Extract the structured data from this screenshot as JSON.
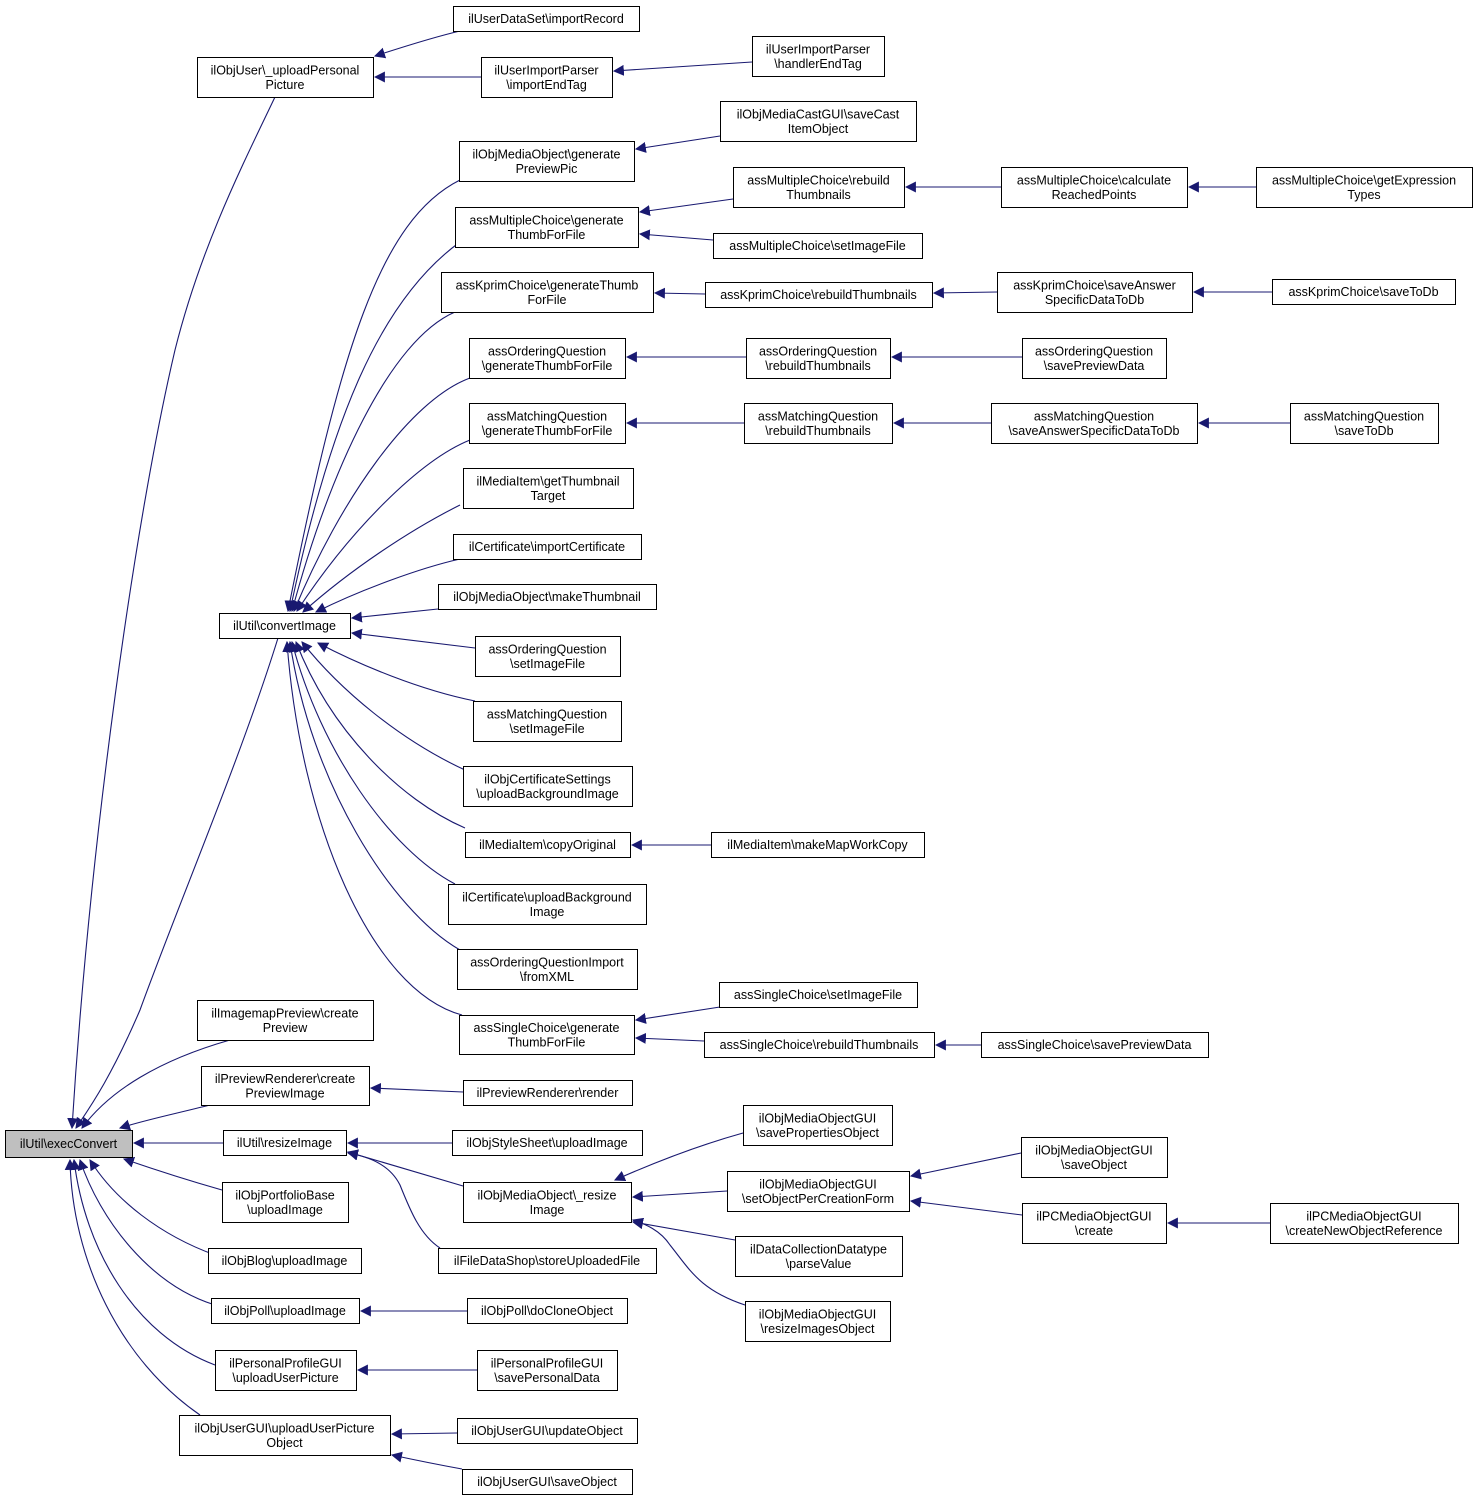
{
  "colors": {
    "edge": "#191970",
    "node_border": "#000000",
    "node_fill": "#ffffff",
    "focus_fill": "#bfbfbf",
    "text": "#000000"
  },
  "nodes": [
    {
      "id": "execConvert",
      "lines": [
        "ilUtil\\execConvert"
      ],
      "focus": true
    },
    {
      "id": "uploadPersonalPicture",
      "lines": [
        "ilObjUser\\_uploadPersonal",
        "Picture"
      ]
    },
    {
      "id": "importRecord",
      "lines": [
        "ilUserDataSet\\importRecord"
      ]
    },
    {
      "id": "importEndTag",
      "lines": [
        "ilUserImportParser",
        "\\importEndTag"
      ]
    },
    {
      "id": "handlerEndTag",
      "lines": [
        "ilUserImportParser",
        "\\handlerEndTag"
      ]
    },
    {
      "id": "convertImage",
      "lines": [
        "ilUtil\\convertImage"
      ]
    },
    {
      "id": "generatePreviewPic",
      "lines": [
        "ilObjMediaObject\\generate",
        "PreviewPic"
      ]
    },
    {
      "id": "saveCastItemObject",
      "lines": [
        "ilObjMediaCastGUI\\saveCast",
        "ItemObject"
      ]
    },
    {
      "id": "mcGenerateThumb",
      "lines": [
        "assMultipleChoice\\generate",
        "ThumbForFile"
      ]
    },
    {
      "id": "mcRebuildThumbs",
      "lines": [
        "assMultipleChoice\\rebuild",
        "Thumbnails"
      ]
    },
    {
      "id": "mcCalcReached",
      "lines": [
        "assMultipleChoice\\calculate",
        "ReachedPoints"
      ]
    },
    {
      "id": "mcGetExpr",
      "lines": [
        "assMultipleChoice\\getExpression",
        "Types"
      ]
    },
    {
      "id": "mcSetImageFile",
      "lines": [
        "assMultipleChoice\\setImageFile"
      ]
    },
    {
      "id": "kpGenerateThumb",
      "lines": [
        "assKprimChoice\\generateThumb",
        "ForFile"
      ]
    },
    {
      "id": "kpRebuildThumbs",
      "lines": [
        "assKprimChoice\\rebuildThumbnails"
      ]
    },
    {
      "id": "kpSaveAnswer",
      "lines": [
        "assKprimChoice\\saveAnswer",
        "SpecificDataToDb"
      ]
    },
    {
      "id": "kpSaveToDb",
      "lines": [
        "assKprimChoice\\saveToDb"
      ]
    },
    {
      "id": "oqGenerateThumb",
      "lines": [
        "assOrderingQuestion",
        "\\generateThumbForFile"
      ]
    },
    {
      "id": "oqRebuildThumbs",
      "lines": [
        "assOrderingQuestion",
        "\\rebuildThumbnails"
      ]
    },
    {
      "id": "oqSavePreview",
      "lines": [
        "assOrderingQuestion",
        "\\savePreviewData"
      ]
    },
    {
      "id": "mqGenerateThumb",
      "lines": [
        "assMatchingQuestion",
        "\\generateThumbForFile"
      ]
    },
    {
      "id": "mqRebuildThumbs",
      "lines": [
        "assMatchingQuestion",
        "\\rebuildThumbnails"
      ]
    },
    {
      "id": "mqSaveAnswer",
      "lines": [
        "assMatchingQuestion",
        "\\saveAnswerSpecificDataToDb"
      ]
    },
    {
      "id": "mqSaveToDb",
      "lines": [
        "assMatchingQuestion",
        "\\saveToDb"
      ]
    },
    {
      "id": "miGetThumbTarget",
      "lines": [
        "ilMediaItem\\getThumbnail",
        "Target"
      ]
    },
    {
      "id": "certImport",
      "lines": [
        "ilCertificate\\importCertificate"
      ]
    },
    {
      "id": "moMakeThumb",
      "lines": [
        "ilObjMediaObject\\makeThumbnail"
      ]
    },
    {
      "id": "oqSetImageFile",
      "lines": [
        "assOrderingQuestion",
        "\\setImageFile"
      ]
    },
    {
      "id": "mqSetImageFile",
      "lines": [
        "assMatchingQuestion",
        "\\setImageFile"
      ]
    },
    {
      "id": "certSettingsUpload",
      "lines": [
        "ilObjCertificateSettings",
        "\\uploadBackgroundImage"
      ]
    },
    {
      "id": "miCopyOriginal",
      "lines": [
        "ilMediaItem\\copyOriginal"
      ]
    },
    {
      "id": "miMakeMapWorkCopy",
      "lines": [
        "ilMediaItem\\makeMapWorkCopy"
      ]
    },
    {
      "id": "certUploadBg",
      "lines": [
        "ilCertificate\\uploadBackground",
        "Image"
      ]
    },
    {
      "id": "oqImportFromXML",
      "lines": [
        "assOrderingQuestionImport",
        "\\fromXML"
      ]
    },
    {
      "id": "scGenerateThumb",
      "lines": [
        "assSingleChoice\\generate",
        "ThumbForFile"
      ]
    },
    {
      "id": "scSetImageFile",
      "lines": [
        "assSingleChoice\\setImageFile"
      ]
    },
    {
      "id": "scRebuildThumbs",
      "lines": [
        "assSingleChoice\\rebuildThumbnails"
      ]
    },
    {
      "id": "scSavePreview",
      "lines": [
        "assSingleChoice\\savePreviewData"
      ]
    },
    {
      "id": "imapPreview",
      "lines": [
        "ilImagemapPreview\\create",
        "Preview"
      ]
    },
    {
      "id": "prevCreate",
      "lines": [
        "ilPreviewRenderer\\create",
        "PreviewImage"
      ]
    },
    {
      "id": "prevRender",
      "lines": [
        "ilPreviewRenderer\\render"
      ]
    },
    {
      "id": "resizeImage",
      "lines": [
        "ilUtil\\resizeImage"
      ]
    },
    {
      "id": "styleUpload",
      "lines": [
        "ilObjStyleSheet\\uploadImage"
      ]
    },
    {
      "id": "moResize",
      "lines": [
        "ilObjMediaObject\\_resize",
        "Image"
      ]
    },
    {
      "id": "mogSaveProps",
      "lines": [
        "ilObjMediaObjectGUI",
        "\\savePropertiesObject"
      ]
    },
    {
      "id": "mogSetObjPer",
      "lines": [
        "ilObjMediaObjectGUI",
        "\\setObjectPerCreationForm"
      ]
    },
    {
      "id": "mogSaveObject",
      "lines": [
        "ilObjMediaObjectGUI",
        "\\saveObject"
      ]
    },
    {
      "id": "pcmogCreate",
      "lines": [
        "ilPCMediaObjectGUI",
        "\\create"
      ]
    },
    {
      "id": "pcmogCreateNew",
      "lines": [
        "ilPCMediaObjectGUI",
        "\\createNewObjectReference"
      ]
    },
    {
      "id": "dcParseValue",
      "lines": [
        "ilDataCollectionDatatype",
        "\\parseValue"
      ]
    },
    {
      "id": "mogResizeImages",
      "lines": [
        "ilObjMediaObjectGUI",
        "\\resizeImagesObject"
      ]
    },
    {
      "id": "portfolioUpload",
      "lines": [
        "ilObjPortfolioBase",
        "\\uploadImage"
      ]
    },
    {
      "id": "fileDataShop",
      "lines": [
        "ilFileDataShop\\storeUploadedFile"
      ]
    },
    {
      "id": "blogUpload",
      "lines": [
        "ilObjBlog\\uploadImage"
      ]
    },
    {
      "id": "pollUpload",
      "lines": [
        "ilObjPoll\\uploadImage"
      ]
    },
    {
      "id": "pollClone",
      "lines": [
        "ilObjPoll\\doCloneObject"
      ]
    },
    {
      "id": "profileUpload",
      "lines": [
        "ilPersonalProfileGUI",
        "\\uploadUserPicture"
      ]
    },
    {
      "id": "profileSave",
      "lines": [
        "ilPersonalProfileGUI",
        "\\savePersonalData"
      ]
    },
    {
      "id": "userGuiUpload",
      "lines": [
        "ilObjUserGUI\\uploadUserPicture",
        "Object"
      ]
    },
    {
      "id": "userGuiUpdate",
      "lines": [
        "ilObjUserGUI\\updateObject"
      ]
    },
    {
      "id": "userGuiSave",
      "lines": [
        "ilObjUserGUI\\saveObject"
      ]
    }
  ]
}
